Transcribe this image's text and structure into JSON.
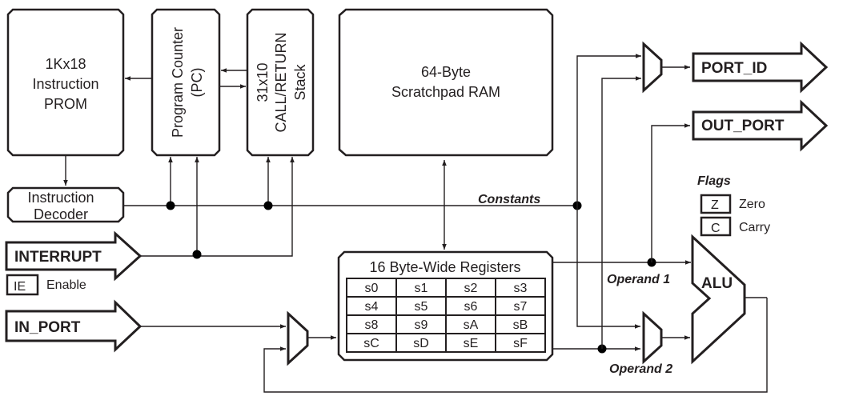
{
  "diagram": {
    "blocks": {
      "prom": [
        "1Kx18",
        "Instruction",
        "PROM"
      ],
      "pc": [
        "Program Counter",
        "(PC)"
      ],
      "stack": [
        "31x10",
        "CALL/RETURN",
        "Stack"
      ],
      "ram": [
        "64-Byte",
        "Scratchpad RAM"
      ],
      "decoder": [
        "Instruction",
        "Decoder"
      ],
      "registers_title": "16 Byte-Wide Registers",
      "registers": [
        [
          "s0",
          "s1",
          "s2",
          "s3"
        ],
        [
          "s4",
          "s5",
          "s6",
          "s7"
        ],
        [
          "s8",
          "s9",
          "sA",
          "sB"
        ],
        [
          "sC",
          "sD",
          "sE",
          "sF"
        ]
      ],
      "alu": "ALU"
    },
    "ports": {
      "interrupt": "INTERRUPT",
      "in_port": "IN_PORT",
      "port_id": "PORT_ID",
      "out_port": "OUT_PORT"
    },
    "interrupt_enable": {
      "flag": "IE",
      "label": "Enable"
    },
    "flags": {
      "title": "Flags",
      "items": [
        {
          "flag": "Z",
          "label": "Zero"
        },
        {
          "flag": "C",
          "label": "Carry"
        }
      ]
    },
    "labels": {
      "constants": "Constants",
      "operand1": "Operand 1",
      "operand2": "Operand 2"
    }
  }
}
